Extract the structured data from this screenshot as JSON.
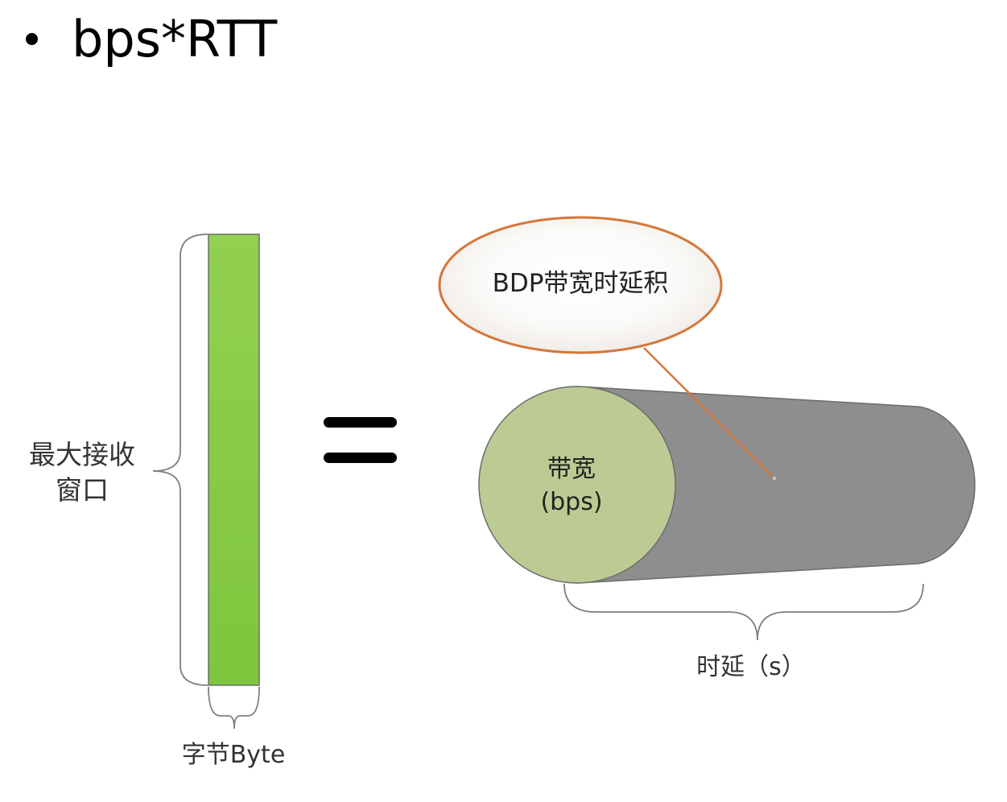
{
  "title": "bps*RTT",
  "window_bar": {
    "label_line1": "最大接收",
    "label_line2": "窗口",
    "unit_label": "字节Byte",
    "fill_top": "#92d050",
    "fill_bottom": "#7ec63b",
    "stroke": "#6d6d6d"
  },
  "equals_sign": "=",
  "callout": {
    "text": "BDP带宽时延积",
    "stroke": "#d5773a",
    "fill_center": "#ffffff",
    "fill_edge": "#eee9e2"
  },
  "pipe": {
    "face_label_line1": "带宽",
    "face_label_line2": "(bps)",
    "length_label": "时延（s）",
    "face_fill": "#bccb93",
    "body_fill": "#8e8e8e",
    "stroke": "#6b6b6b"
  }
}
